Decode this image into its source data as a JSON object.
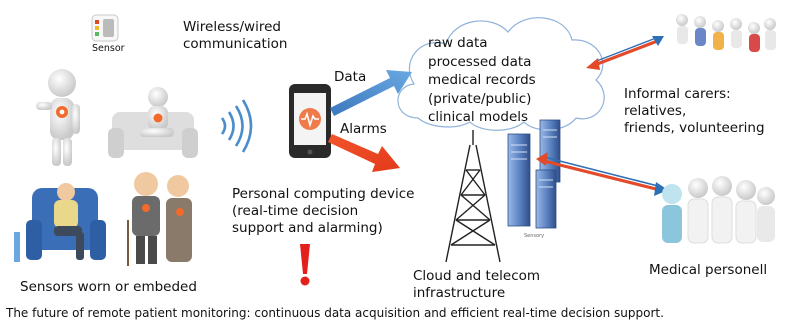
{
  "labels": {
    "sensor": "Sensor",
    "wireless": "Wireless/wired\ncommunication",
    "data_arrow": "Data",
    "alarms_arrow": "Alarms",
    "cloud_items": [
      "raw data",
      "processed data",
      "medical records",
      "(private/public)",
      "clinical models"
    ],
    "personal_device": "Personal computing device\n(real-time decision\nsupport and alarming)",
    "sensors_worn": "Sensors worn or embeded",
    "cloud_infra": "Cloud and telecom\ninfrastructure",
    "informal_carers": "Informal carers:\nrelatives,\nfriends, volunteering",
    "medical_personnel": "Medical personell",
    "server_tag": "Sensory"
  },
  "caption": "The future of remote patient monitoring: continuous data acquisition and efficient real-time decision support.",
  "colors": {
    "data_arrow": "#3f86c9",
    "alarm_arrow": "#f0532d",
    "sensor_dot": "#f26a2c",
    "figure_white": "#ededed",
    "server_blue": "#5f86c4",
    "exclamation": "#e3201b"
  }
}
